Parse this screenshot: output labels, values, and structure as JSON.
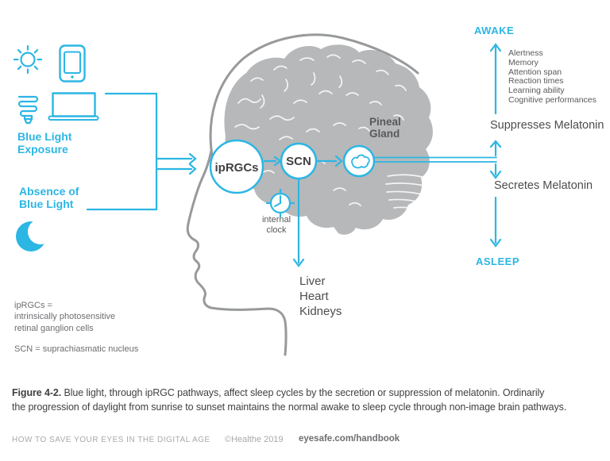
{
  "colors": {
    "accent_cyan": "#2cb6e4",
    "text_dark": "#4d4d4f",
    "text_gray": "#6d6e71",
    "footer_gray": "#a7a9ac",
    "brain_gray": "#b6b8ba",
    "head_outline_gray": "#97999b"
  },
  "icons": {
    "blue_light_sources": [
      "sun-icon",
      "smartphone-icon",
      "cfl-bulb-icon",
      "laptop-icon"
    ],
    "absence_of_blue_light": [
      "moon-icon"
    ],
    "other": [
      "clock-icon",
      "pineal-gland-icon"
    ]
  },
  "left": {
    "exposure_label": "Blue Light\nExposure",
    "absence_label": "Absence of\nBlue Light"
  },
  "brain": {
    "iprgcs": "ipRGCs",
    "scn": "SCN",
    "pineal": "Pineal\nGland",
    "internal_clock": "internal\nclock"
  },
  "organs": "Liver\nHeart\nKidneys",
  "right": {
    "awake": "AWAKE",
    "asleep": "ASLEEP",
    "suppresses": "Suppresses Melatonin",
    "secretes": "Secretes Melatonin",
    "benefits": [
      "Alertness",
      "Memory",
      "Attention span",
      "Reaction times",
      "Learning ability",
      "Cognitive performances"
    ]
  },
  "legend": {
    "iprgcs": "ipRGCs =\nintrinsically photosensitive\nretinal ganglion cells",
    "scn": "SCN = suprachiasmatic nucleus"
  },
  "caption": {
    "prefix": "Figure 4-2.",
    "line1": " Blue light, through ipRGC pathways, affect sleep cycles by the secretion or suppression of melatonin. Ordinarily",
    "line2": "the progression of daylight from sunrise to sunset maintains the normal awake to sleep cycle through non-image brain pathways."
  },
  "footer": {
    "title": "HOW TO SAVE YOUR EYES IN THE DIGITAL AGE",
    "copyright": "©Healthe 2019",
    "link": "eyesafe.com/handbook"
  }
}
